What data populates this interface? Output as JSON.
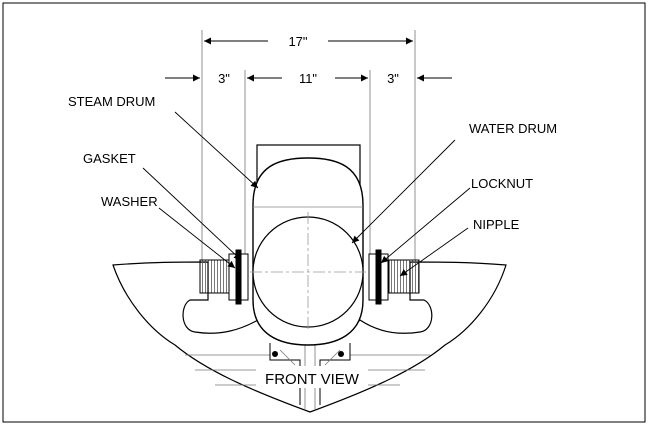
{
  "dimensions": {
    "overall": "17\"",
    "left": "3\"",
    "center": "11\"",
    "right": "3\""
  },
  "labels": {
    "steam_drum": "STEAM DRUM",
    "water_drum": "WATER DRUM",
    "gasket": "GASKET",
    "washer": "WASHER",
    "locknut": "LOCKNUT",
    "nipple": "NIPPLE",
    "view_title": "FRONT VIEW"
  }
}
